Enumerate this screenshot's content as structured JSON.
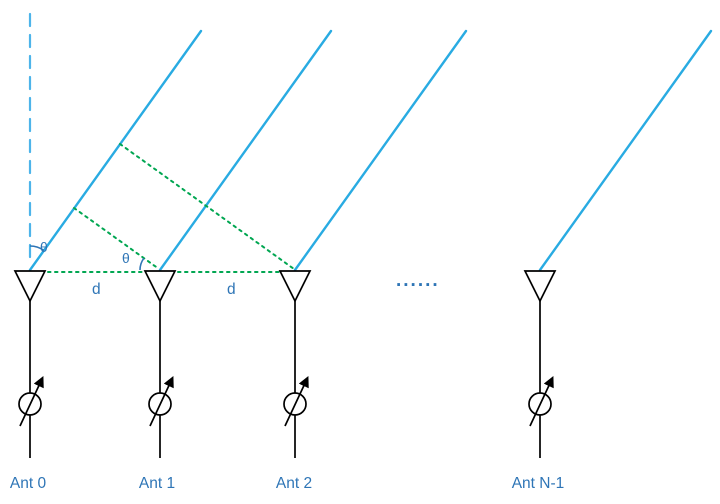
{
  "diagram": {
    "type": "phased-array-antenna-diagram",
    "antennas": [
      {
        "label": "Ant 0"
      },
      {
        "label": "Ant 1"
      },
      {
        "label": "Ant 2"
      },
      {
        "label": "Ant N-1"
      }
    ],
    "angle_labels": [
      {
        "text": "θ"
      },
      {
        "text": "θ"
      }
    ],
    "spacing_labels": [
      {
        "text": "d"
      },
      {
        "text": "d"
      }
    ],
    "ellipsis": "......",
    "colors": {
      "incident_ray": "#29abe2",
      "normal_line": "#4db4ea",
      "wavefront": "#00a651",
      "annotation": "#2e75b6",
      "element": "#000000",
      "background": "#ffffff"
    }
  }
}
